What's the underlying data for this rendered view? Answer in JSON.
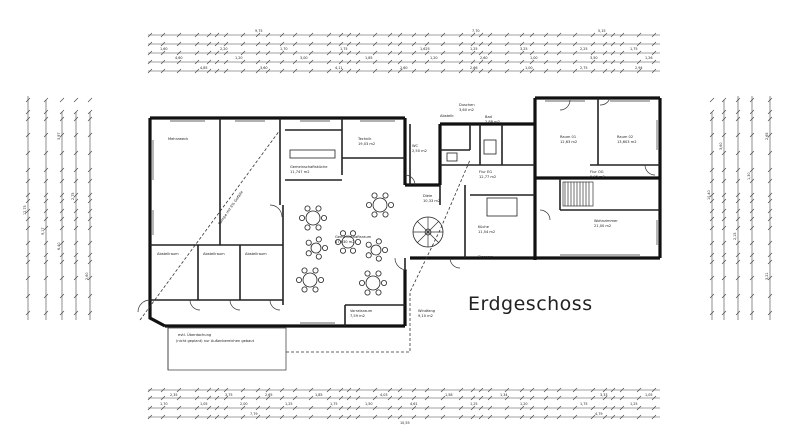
{
  "drawing": {
    "title": "Erdgeschoss"
  },
  "rooms": [
    {
      "id": "r1",
      "name": "Mehrzweck",
      "area": ""
    },
    {
      "id": "r2",
      "name": "Abstellraum",
      "area": ""
    },
    {
      "id": "r3",
      "name": "Abstellraum",
      "area": ""
    },
    {
      "id": "r4",
      "name": "Abstellraum",
      "area": ""
    },
    {
      "id": "r5",
      "name": "Gemeinschaftsküche",
      "area": "11,747 m2"
    },
    {
      "id": "r6",
      "name": "Technik",
      "area": "19,03 m2"
    },
    {
      "id": "r7",
      "name": "Gemeinschaftsraum",
      "area": "47,030 m2"
    },
    {
      "id": "r8",
      "name": "Vorratsraum",
      "area": "7,59 m2"
    },
    {
      "id": "r9",
      "name": "Duschen",
      "area": "3,60 m2"
    },
    {
      "id": "r10",
      "name": "Abstellr.",
      "area": ""
    },
    {
      "id": "r11",
      "name": "WC",
      "area": "2,50 m2"
    },
    {
      "id": "r12",
      "name": "Bad",
      "area": "2,88 m2"
    },
    {
      "id": "r13",
      "name": "Diele",
      "area": "10,33 m2"
    },
    {
      "id": "r14",
      "name": "Flur EG",
      "area": "12,77 m2"
    },
    {
      "id": "r15",
      "name": "Wohnzimmer",
      "area": "21,00 m2"
    },
    {
      "id": "r16",
      "name": "Raum 01",
      "area": "12,63 m2"
    },
    {
      "id": "r17",
      "name": "Raum 02",
      "area": "13,603 m2"
    },
    {
      "id": "r18",
      "name": "Flur OG",
      "area": "9,95 m2"
    },
    {
      "id": "r19",
      "name": "Küche",
      "area": "11,54 m2"
    },
    {
      "id": "r20",
      "name": "Windfang",
      "area": "9,10 m2"
    },
    {
      "id": "r21",
      "name": "Eingang",
      "area": ""
    }
  ],
  "notes": {
    "ramp_label": "Rampe mit 6% Gefälle",
    "terrace_label": "evtl. Überdachung",
    "terrace_sub": "(nicht geplant) nur Außenbereichen gebaut",
    "stair_label": "Wendeltreppe"
  },
  "dimensions": {
    "top_row1": [
      "9,75",
      "7,70",
      "5,15"
    ],
    "top_row2": [
      "1,60",
      "2,20",
      "1,70",
      "1,75",
      "1,625",
      "1,25",
      "3,25",
      "2,25",
      "1,75"
    ],
    "top_row3": [
      "4,60",
      "1,20",
      "3,00",
      "1,85",
      "1,20",
      "2,60",
      "1,00",
      "3,50",
      "1,26"
    ],
    "top_row4": [
      "4,85",
      "3,60",
      "4,11",
      "2,60",
      "2,66",
      "1,00",
      "2,75",
      "2,94"
    ],
    "bottom_row1": [
      "2,35",
      "3,75",
      "2,65",
      "1,85",
      "4,03",
      "1,58",
      "1,34",
      "3,33",
      "1,05"
    ],
    "bottom_row2": [
      "1,70",
      "1,05",
      "2,00",
      "1,25",
      "1,75",
      "1,50",
      "4,61",
      "1,25",
      "1,20",
      "1,75",
      "1,25"
    ],
    "bottom_row3": [
      "7,79",
      "10,55",
      "4,79"
    ],
    "left_col": [
      "12,75",
      "9,17",
      "3,97",
      "6,40",
      "2,75",
      "2,60"
    ],
    "right_col": [
      "10,40",
      "3,60",
      "2,15",
      "1,30",
      "2,65",
      "3,21"
    ]
  }
}
